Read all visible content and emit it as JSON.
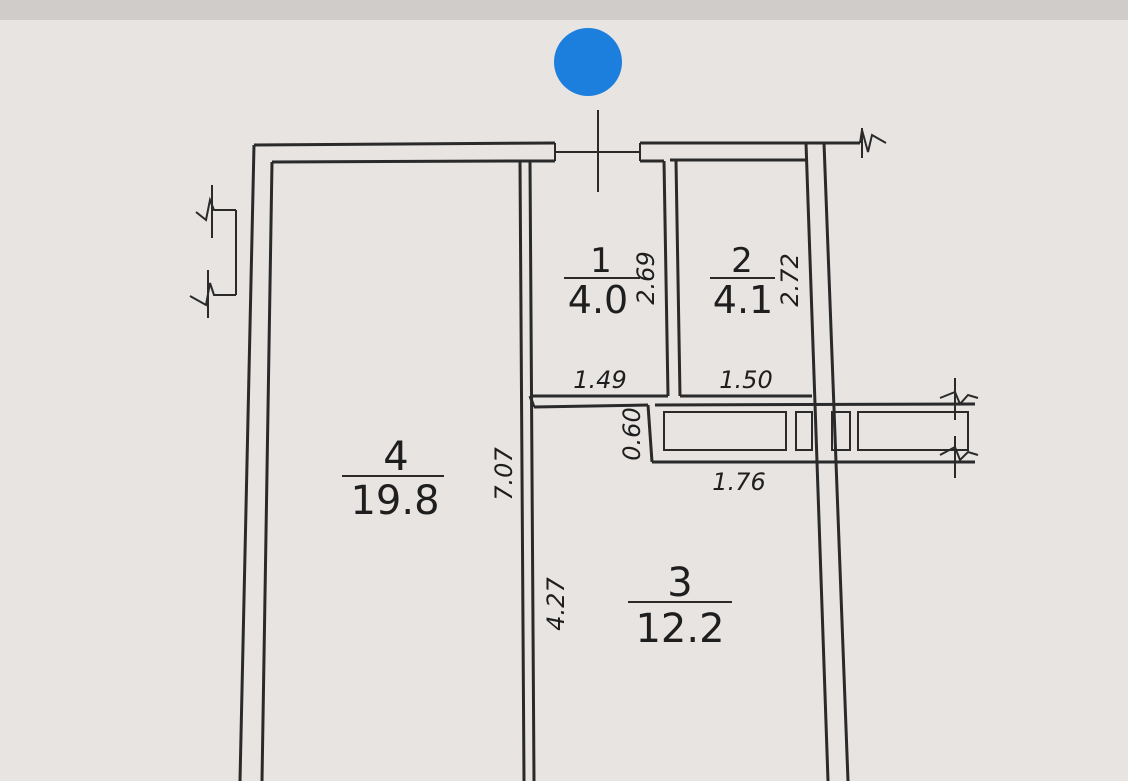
{
  "colors": {
    "paper": "#e7e4e2",
    "ink": "#2a2a2a",
    "marker": "#1d7fdd"
  },
  "rooms": [
    {
      "number": "1",
      "area": "4.0"
    },
    {
      "number": "2",
      "area": "4.1"
    },
    {
      "number": "3",
      "area": "12.2"
    },
    {
      "number": "4",
      "area": "19.8"
    }
  ],
  "dimensions": {
    "room1_height": "2.69",
    "room2_height": "2.72",
    "room1_width": "1.49",
    "room2_width": "1.50",
    "niche_depth": "0.60",
    "niche_width": "1.76",
    "room4_length": "7.07",
    "room3_length": "4.27"
  },
  "marker": {
    "icon": "blue-dot-icon"
  }
}
